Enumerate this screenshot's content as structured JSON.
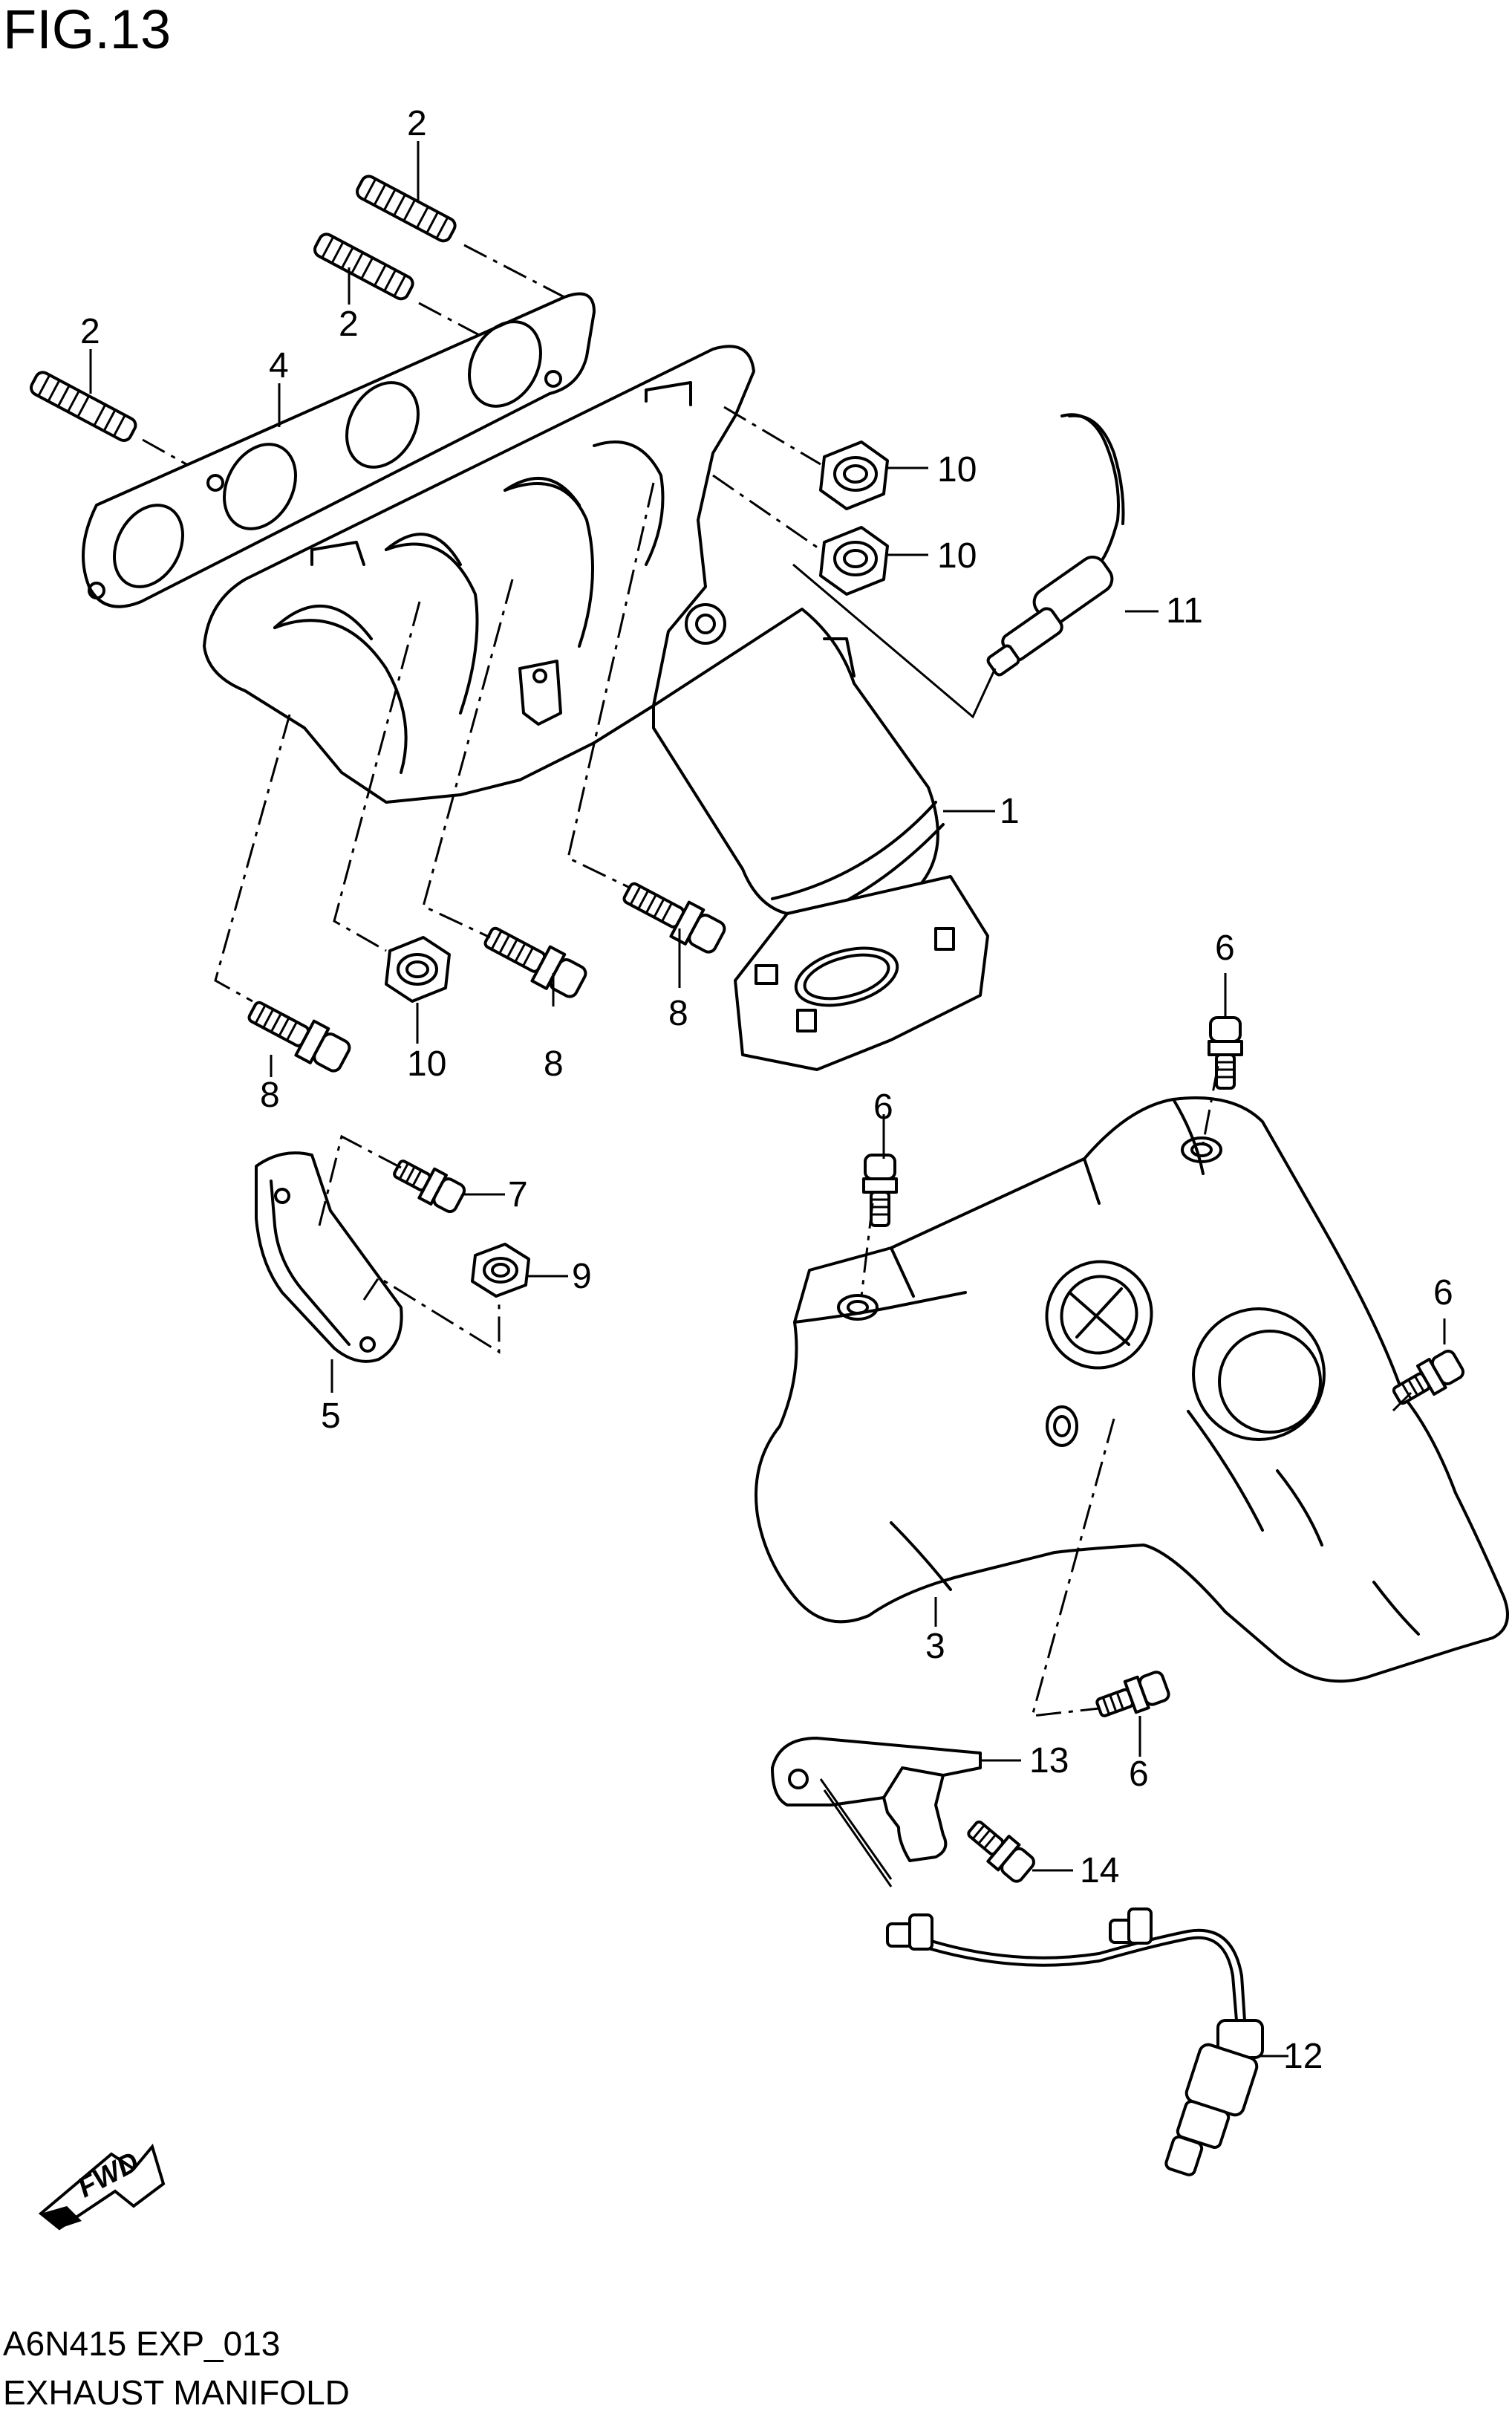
{
  "figure": {
    "title": "FIG.13"
  },
  "footer": {
    "code": "A6N415 EXP_013",
    "title": "EXHAUST MANIFOLD"
  },
  "fwd_label": "FWD",
  "callouts": [
    {
      "id": "c2a",
      "text": "2"
    },
    {
      "id": "c2b",
      "text": "2"
    },
    {
      "id": "c2c",
      "text": "2"
    },
    {
      "id": "c4",
      "text": "4"
    },
    {
      "id": "c10a",
      "text": "10"
    },
    {
      "id": "c10b",
      "text": "10"
    },
    {
      "id": "c11",
      "text": "11"
    },
    {
      "id": "c1",
      "text": "1"
    },
    {
      "id": "c8a",
      "text": "8"
    },
    {
      "id": "c10c",
      "text": "10"
    },
    {
      "id": "c8b",
      "text": "8"
    },
    {
      "id": "c8c",
      "text": "8"
    },
    {
      "id": "c6a",
      "text": "6"
    },
    {
      "id": "c6b",
      "text": "6"
    },
    {
      "id": "c7",
      "text": "7"
    },
    {
      "id": "c9",
      "text": "9"
    },
    {
      "id": "c5",
      "text": "5"
    },
    {
      "id": "c6c",
      "text": "6"
    },
    {
      "id": "c3",
      "text": "3"
    },
    {
      "id": "c13",
      "text": "13"
    },
    {
      "id": "c6d",
      "text": "6"
    },
    {
      "id": "c14",
      "text": "14"
    },
    {
      "id": "c12",
      "text": "12"
    }
  ]
}
